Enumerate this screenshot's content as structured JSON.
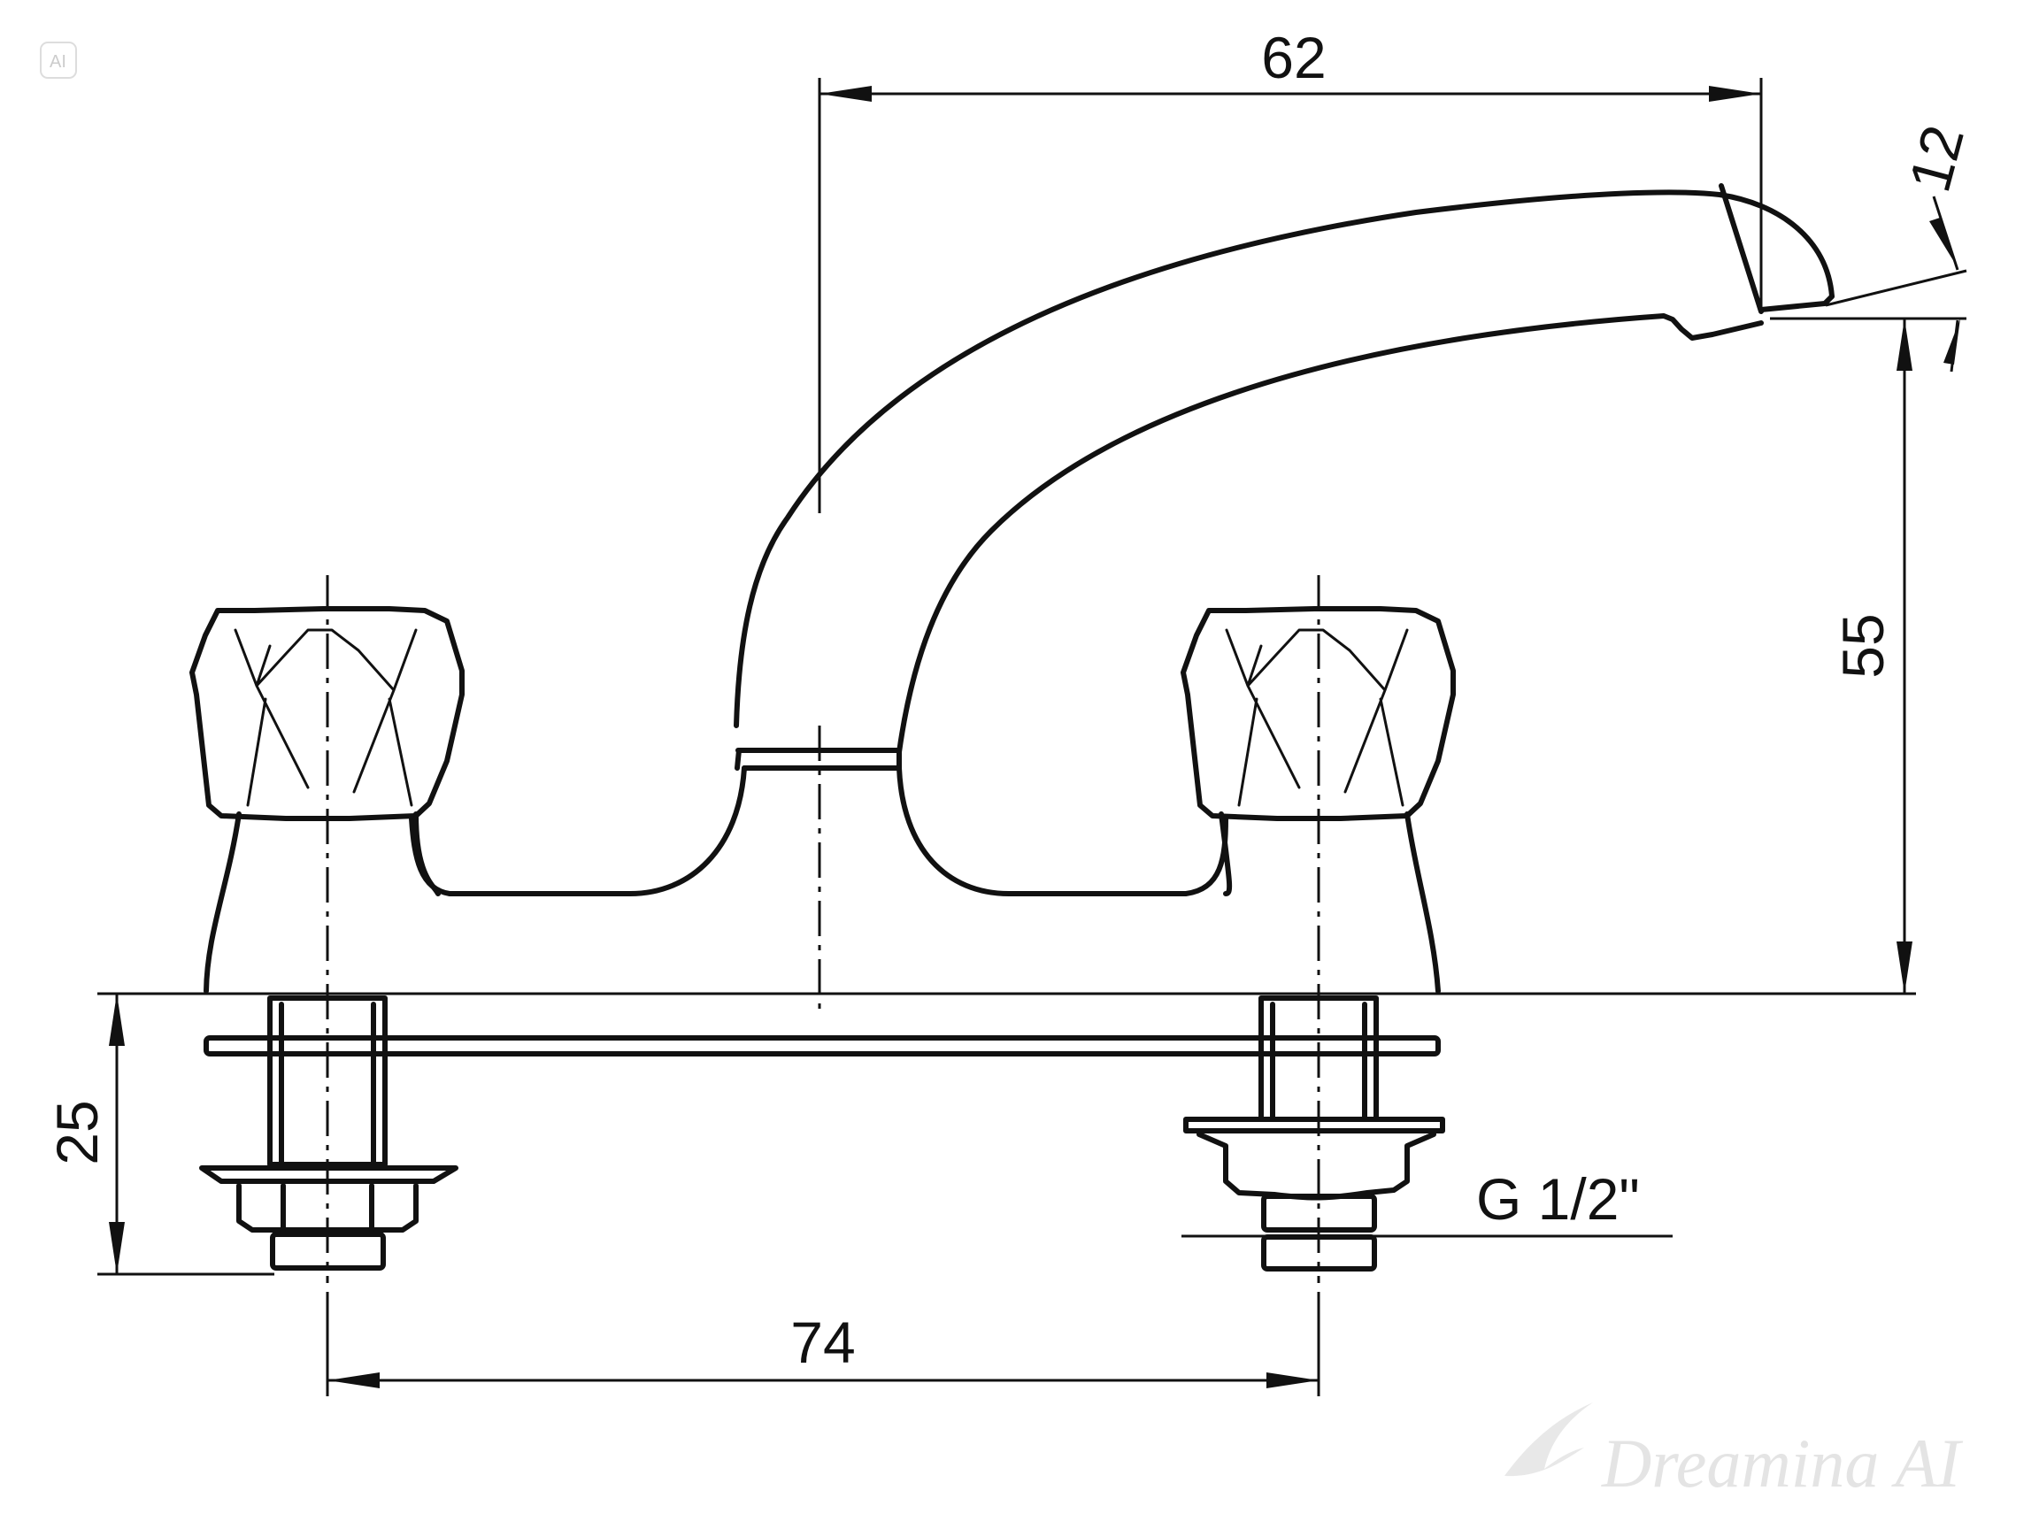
{
  "dimensions": {
    "spout_reach": "62",
    "outlet_angle": "12",
    "spout_height": "55",
    "base_thickness": "25",
    "center_distance": "74",
    "thread_size": "G 1/2\""
  },
  "watermark": {
    "text": "Dreamina AI",
    "corner_badge": "AI"
  },
  "icons": {
    "watermark_logo": "stylized-bird-swoosh-icon"
  }
}
